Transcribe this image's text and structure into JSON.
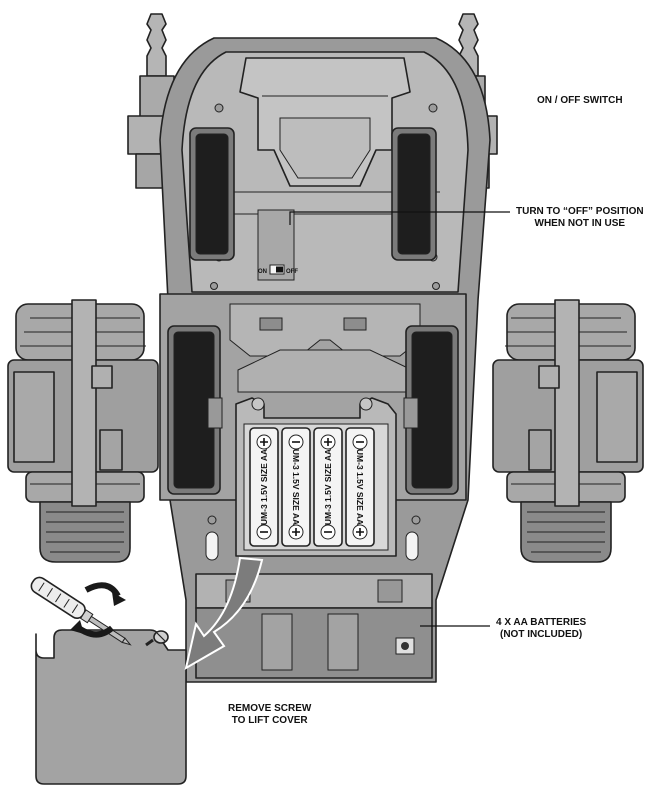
{
  "labels": {
    "on_off_switch": "ON / OFF SWITCH",
    "turn_off_line1": "TURN TO “OFF” POSITION",
    "turn_off_line2": "WHEN NOT IN USE",
    "batteries_line1": "4 X AA BATTERIES",
    "batteries_line2": "(NOT INCLUDED)",
    "remove_screw_line1": "REMOVE SCREW",
    "remove_screw_line2": "TO LIFT COVER"
  },
  "switch": {
    "on": "ON",
    "off": "OFF"
  },
  "batteries": [
    {
      "text": "UM-3 1.5V SIZE AA",
      "orientation": "inverted"
    },
    {
      "text": "UM-3 1.5V SIZE AA",
      "orientation": "upright"
    },
    {
      "text": "UM-3 1.5V SIZE AA",
      "orientation": "inverted"
    },
    {
      "text": "UM-3 1.5V SIZE AA",
      "orientation": "upright"
    }
  ],
  "colors": {
    "body_gray": "#9a9a9a",
    "panel_light": "#b9b9b9",
    "panel_mid": "#a6a6a6",
    "dark_slot": "#1e1e1e",
    "outline": "#222222",
    "cover_fill": "#a3a3a3",
    "battery_fill": "#f4f4f4"
  },
  "icons": [
    "screwdriver-icon",
    "rotate-arrow-icon",
    "curved-arrow-icon",
    "screw-icon"
  ]
}
